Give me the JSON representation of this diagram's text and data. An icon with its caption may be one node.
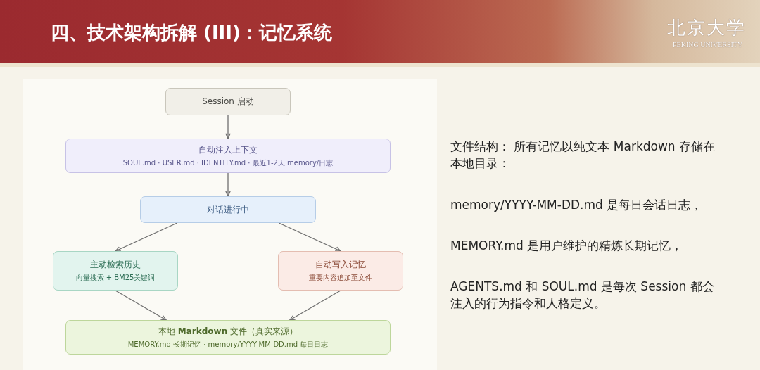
{
  "diagram": {
    "title": "四、技术架构拆解 (III)：记忆系统",
    "nodes": [
      {
        "text": [
          "Session 启动"
        ]
      },
      {
        "text": [
          "自动注入上下文",
          "SOUL.md · USER.md · IDENTITY.md · 最近1-2天 memory/日志"
        ]
      },
      {
        "text": [
          "对话进行中"
        ]
      },
      {
        "text": [
          "主动检索历史",
          "向量搜索 + BM25关键词"
        ]
      },
      {
        "text": [
          "自动写入记忆",
          "重要内容追加至文件"
        ]
      },
      {
        "text": [
          "本地 **Markdown** 文件（真实来源）",
          "MEMORY.md 长期记忆 · memory/YYYY-MM-DD.md 每日日志"
        ]
      }
    ],
    "edges": [
      {
        "from": 0,
        "to": 1,
        "arrow": "to"
      },
      {
        "from": 1,
        "to": 2,
        "arrow": "to"
      },
      {
        "from": 2,
        "to": 3,
        "arrow": "to"
      },
      {
        "from": 2,
        "to": 4,
        "arrow": "to"
      },
      {
        "from": 3,
        "to": 5,
        "arrow": "to"
      },
      {
        "from": 4,
        "to": 5,
        "arrow": "to"
      }
    ],
    "labels": [
      "北京大学",
      "PEKING UNIVERSITY",
      "文件结构： 所有记忆以纯文本 Markdown 存储在本地目录：",
      "memory/YYYY-MM-DD.md 是每日会话日志，",
      "MEMORY.md 是用户维护的精炼长期记忆，",
      "AGENTS.md 和 SOUL.md 是每次 Session 都会注入的行为指令和人格定义。"
    ]
  }
}
